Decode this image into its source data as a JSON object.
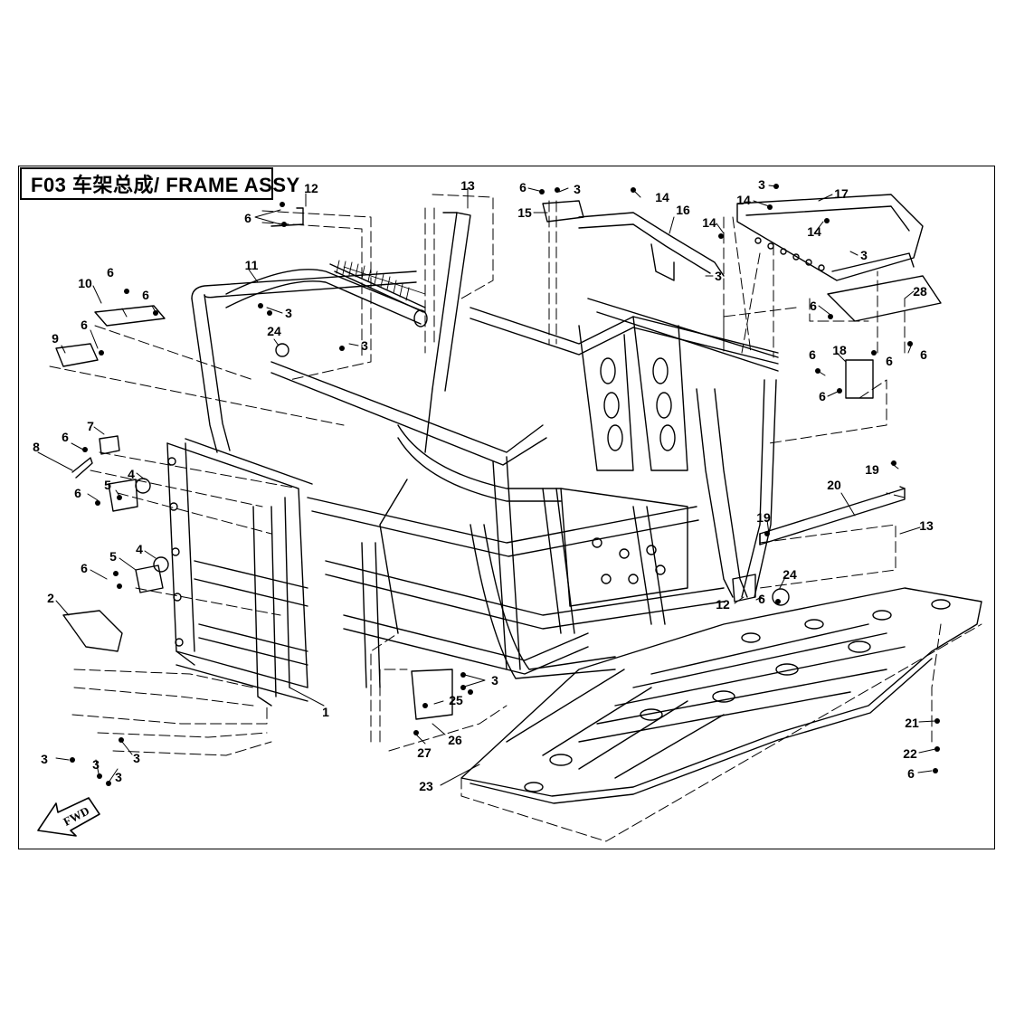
{
  "title": "F03 车架总成/ FRAME ASSY",
  "fwd_label": "FWD",
  "callouts": [
    {
      "id": "c12a",
      "label": "12"
    },
    {
      "id": "c6a",
      "label": "6"
    },
    {
      "id": "c13a",
      "label": "13"
    },
    {
      "id": "c6b",
      "label": "6"
    },
    {
      "id": "c3a",
      "label": "3"
    },
    {
      "id": "c15",
      "label": "15"
    },
    {
      "id": "c14a",
      "label": "14"
    },
    {
      "id": "c16",
      "label": "16"
    },
    {
      "id": "c3b",
      "label": "3"
    },
    {
      "id": "c14b",
      "label": "14"
    },
    {
      "id": "c17",
      "label": "17"
    },
    {
      "id": "c14c",
      "label": "14"
    },
    {
      "id": "c14d",
      "label": "14"
    },
    {
      "id": "c3c",
      "label": "3"
    },
    {
      "id": "c3d",
      "label": "3"
    },
    {
      "id": "c28",
      "label": "28"
    },
    {
      "id": "c6c",
      "label": "6"
    },
    {
      "id": "c6d",
      "label": "6"
    },
    {
      "id": "c18",
      "label": "18"
    },
    {
      "id": "c6e",
      "label": "6"
    },
    {
      "id": "c6f",
      "label": "6"
    },
    {
      "id": "c6g",
      "label": "6"
    },
    {
      "id": "c11",
      "label": "11"
    },
    {
      "id": "c3e",
      "label": "3"
    },
    {
      "id": "c6h",
      "label": "6"
    },
    {
      "id": "c10",
      "label": "10"
    },
    {
      "id": "c6i",
      "label": "6"
    },
    {
      "id": "c6j",
      "label": "6"
    },
    {
      "id": "c9",
      "label": "9"
    },
    {
      "id": "c24a",
      "label": "24"
    },
    {
      "id": "c3f",
      "label": "3"
    },
    {
      "id": "c7",
      "label": "7"
    },
    {
      "id": "c6k",
      "label": "6"
    },
    {
      "id": "c8",
      "label": "8"
    },
    {
      "id": "c4a",
      "label": "4"
    },
    {
      "id": "c6l",
      "label": "6"
    },
    {
      "id": "c5a",
      "label": "5"
    },
    {
      "id": "c4b",
      "label": "4"
    },
    {
      "id": "c5b",
      "label": "5"
    },
    {
      "id": "c6m",
      "label": "6"
    },
    {
      "id": "c2",
      "label": "2"
    },
    {
      "id": "c19a",
      "label": "19"
    },
    {
      "id": "c20",
      "label": "20"
    },
    {
      "id": "c19b",
      "label": "19"
    },
    {
      "id": "c13b",
      "label": "13"
    },
    {
      "id": "c24b",
      "label": "24"
    },
    {
      "id": "c12b",
      "label": "12"
    },
    {
      "id": "c6n",
      "label": "6"
    },
    {
      "id": "c1",
      "label": "1"
    },
    {
      "id": "c3g",
      "label": "3"
    },
    {
      "id": "c25",
      "label": "25"
    },
    {
      "id": "c26",
      "label": "26"
    },
    {
      "id": "c27",
      "label": "27"
    },
    {
      "id": "c23",
      "label": "23"
    },
    {
      "id": "c3h",
      "label": "3"
    },
    {
      "id": "c3i",
      "label": "3"
    },
    {
      "id": "c3j",
      "label": "3"
    },
    {
      "id": "c3k",
      "label": "3"
    },
    {
      "id": "c21",
      "label": "21"
    },
    {
      "id": "c22",
      "label": "22"
    },
    {
      "id": "c6o",
      "label": "6"
    }
  ]
}
